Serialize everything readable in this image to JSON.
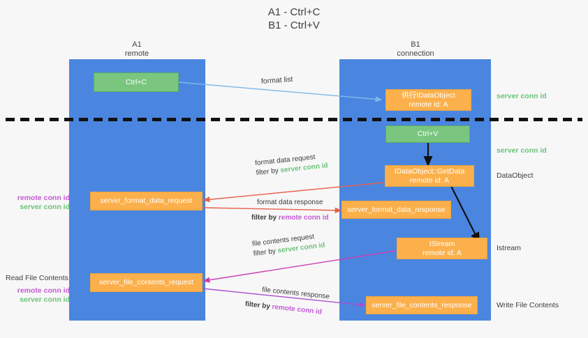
{
  "title": {
    "line1": "A1 - Ctrl+C",
    "line2": "B1 - Ctrl+V"
  },
  "colors": {
    "lane": "#4a86e0",
    "green_box": "#7ac67f",
    "orange_box": "#fcb04b",
    "server_conn_id": "#6cc27a",
    "remote_conn_id": "#c45ad6",
    "blue_arrow": "#7fb8e8",
    "red_arrow": "#e8604c",
    "magenta_arrow": "#cc3fb0",
    "black_arrow": "#111111",
    "background": "#f7f7f7"
  },
  "lanes": [
    {
      "name": "A1",
      "sub": "remote"
    },
    {
      "name": "B1",
      "sub": "connection"
    }
  ],
  "boxes": {
    "ctrl_c": "Ctrl+C",
    "ctrl_v": "Ctrl+V",
    "idataobject_title": "供行IDataObject",
    "idataobject_sub": "remote id: A",
    "getdata_title": "IDataObject::GetData",
    "getdata_sub": "remote id: A",
    "istream_title": "IStream",
    "istream_sub": "remote id: A",
    "server_format_data_request": "server_format_data_request",
    "server_format_data_response": "server_format_data_response",
    "server_file_contents_request": "server_file_contents_request",
    "server_file_contents_response": "server_file_contents_response"
  },
  "annotations": {
    "format_list": "format list",
    "format_data_request": "format data request",
    "format_data_response": "format data response",
    "file_contents_request": "file contents request",
    "file_contents_response": "file contents response",
    "filter_by": "filter by",
    "server_conn_id": "server conn id",
    "remote_conn_id": "remote conn id"
  },
  "right_labels": {
    "server_conn_id_top": "server conn id",
    "server_conn_id_mid": "server conn id",
    "data_object": "DataObject",
    "istream": "Istream",
    "write_file_contents": "Write File Contents"
  },
  "left_labels": {
    "read_file_contents": "Read File Contents",
    "remote_conn_id": "remote conn id",
    "server_conn_id": "server conn id"
  }
}
